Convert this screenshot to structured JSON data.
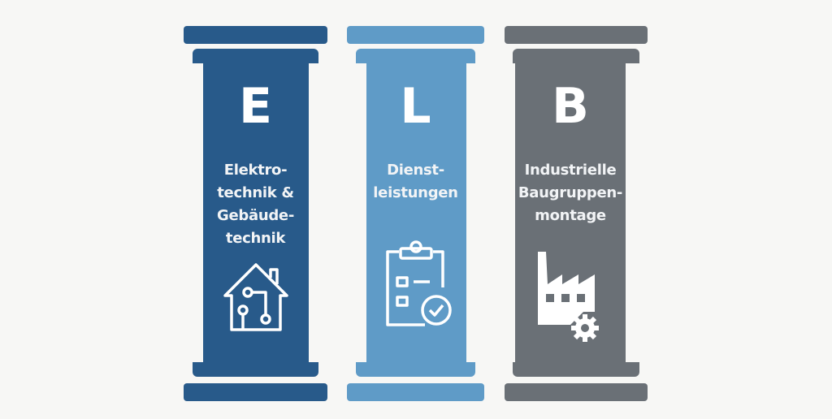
{
  "pillars": [
    {
      "letter": "E",
      "label": "Elektro-\ntechnik &\nGebäude-\ntechnik",
      "icon": "smart-home-circuit-icon",
      "color": "#285a8a"
    },
    {
      "letter": "L",
      "label": "Dienst-\nleistungen",
      "icon": "clipboard-check-icon",
      "color": "#5f9bc7"
    },
    {
      "letter": "B",
      "label": "Industrielle\nBaugruppen-\nmontage",
      "icon": "factory-gear-icon",
      "color": "#6a7076"
    }
  ]
}
